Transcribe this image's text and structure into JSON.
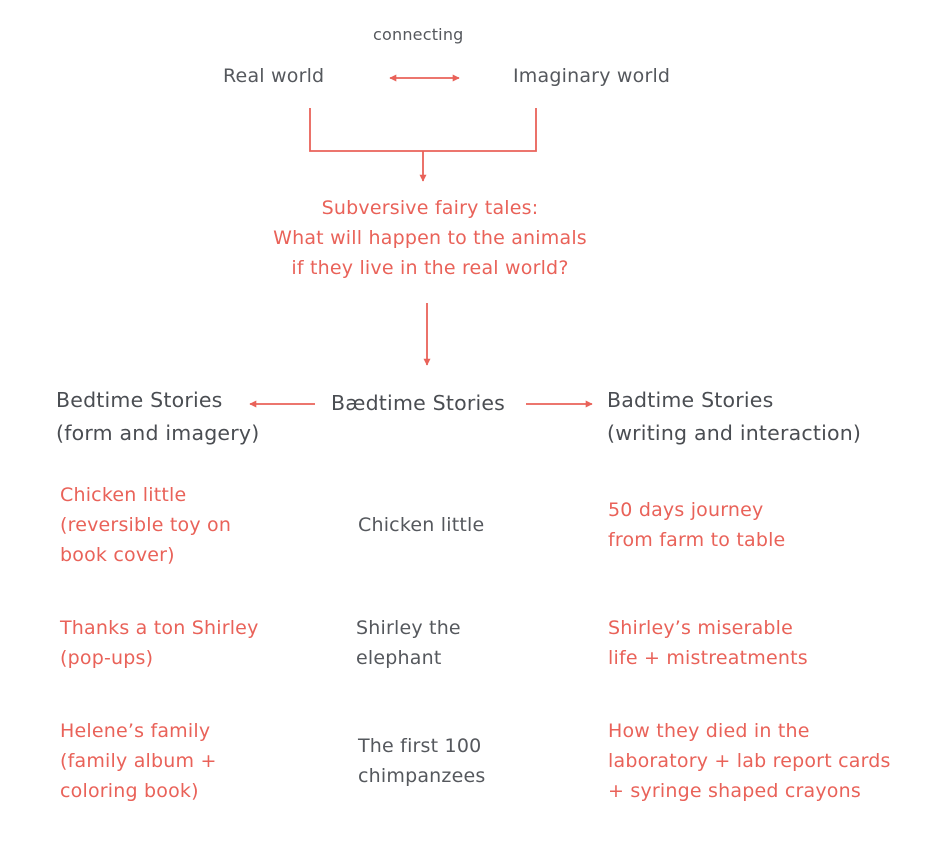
{
  "top": {
    "connecting": "connecting",
    "real_world": "Real world",
    "imaginary_world": "Imaginary world"
  },
  "question": {
    "line1": "Subversive fairy tales:",
    "line2": "What will happen to the animals",
    "line3": "if they live in the real world?"
  },
  "columns": {
    "left": {
      "title": "Bedtime Stories",
      "subtitle": "(form and imagery)"
    },
    "center": {
      "title": "Bædtime Stories"
    },
    "right": {
      "title": "Badtime Stories",
      "subtitle": "(writing and interaction)"
    }
  },
  "rows": [
    {
      "left": [
        "Chicken little",
        "(reversible toy on",
        "book cover)"
      ],
      "center": [
        "Chicken little"
      ],
      "right": [
        "50 days journey",
        "from farm to table"
      ]
    },
    {
      "left": [
        "Thanks a ton Shirley",
        "(pop-ups)"
      ],
      "center": [
        "Shirley the",
        "elephant"
      ],
      "right": [
        "Shirley’s miserable",
        "life + mistreatments"
      ]
    },
    {
      "left": [
        "Helene’s family",
        "(family album +",
        "coloring book)"
      ],
      "center": [
        "The first 100",
        "chimpanzees"
      ],
      "right": [
        "How they died in the",
        "laboratory + lab report cards",
        "+ syringe shaped crayons"
      ]
    }
  ],
  "colors": {
    "accent": "#e96259",
    "text": "#55585d"
  }
}
